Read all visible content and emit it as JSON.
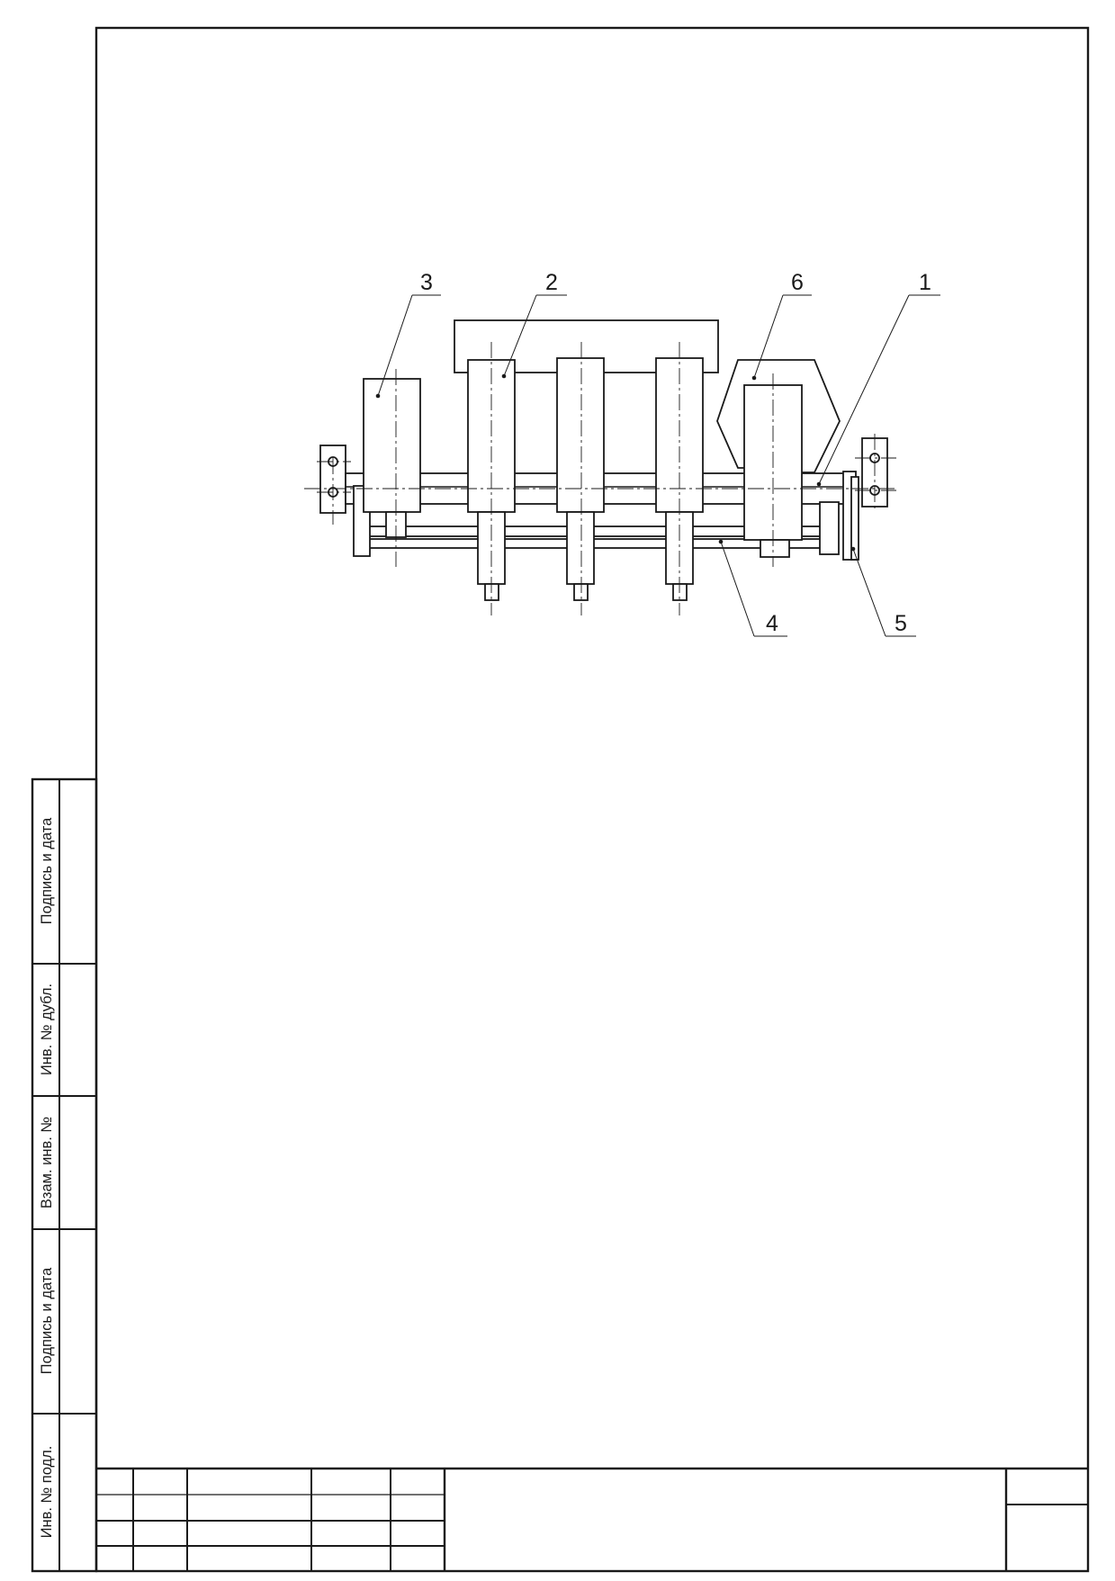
{
  "side_stamp": {
    "labels": [
      "Инв. № подл.",
      "Подпись и дата",
      "Взам. инв. №",
      "Инв. № дубл.",
      "Подпись и дата"
    ]
  },
  "drawing": {
    "callouts": [
      "1",
      "2",
      "3",
      "4",
      "5",
      "6"
    ]
  },
  "colors": {
    "ink": "#1a1a1a",
    "paper": "#ffffff"
  }
}
